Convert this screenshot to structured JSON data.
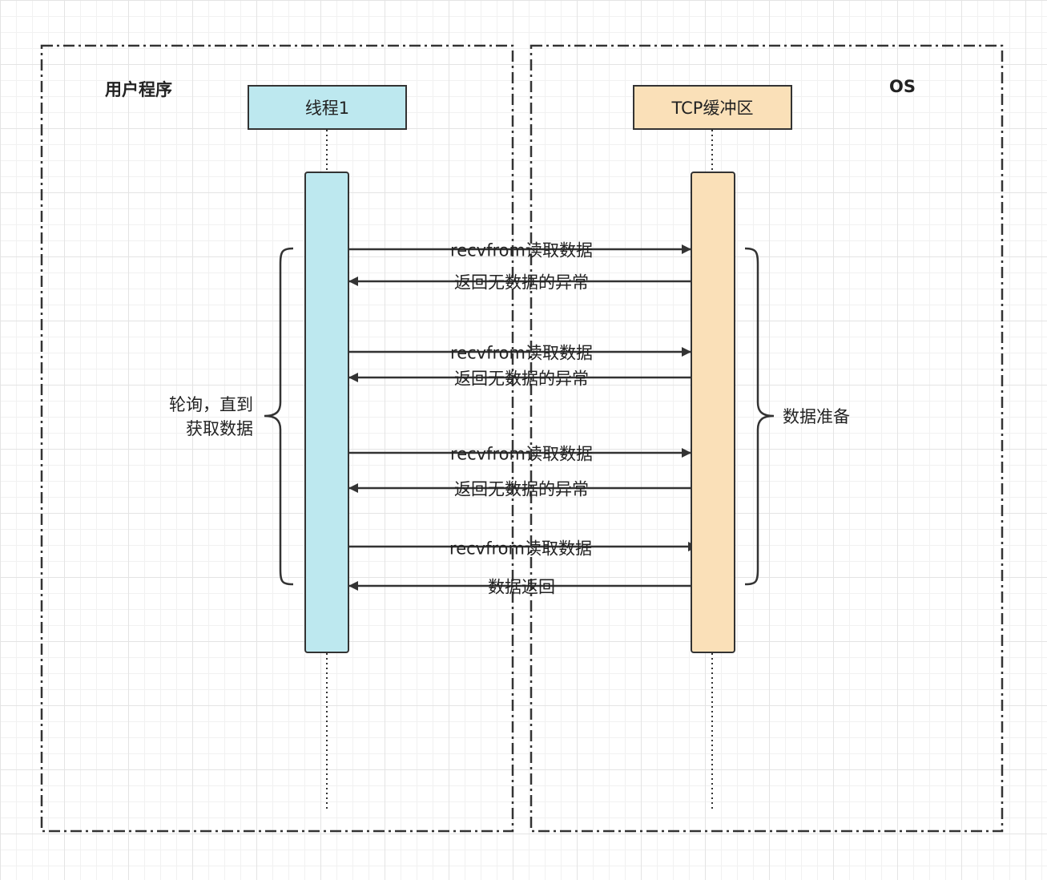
{
  "zones": {
    "left_label": "用户程序",
    "right_label": "OS"
  },
  "participants": [
    {
      "label": "线程1",
      "fill": "#bde8ef"
    },
    {
      "label": "TCP缓冲区",
      "fill": "#fae0b8"
    }
  ],
  "messages": [
    {
      "label": "recvfrom读取数据",
      "direction": "right"
    },
    {
      "label": "返回无数据的异常",
      "direction": "left"
    },
    {
      "label": "recvfrom读取数据",
      "direction": "right"
    },
    {
      "label": "返回无数据的异常",
      "direction": "left"
    },
    {
      "label": "recvfrom读取数据",
      "direction": "right"
    },
    {
      "label": "返回无数据的异常",
      "direction": "left"
    },
    {
      "label": "recvfrom读取数据",
      "direction": "right"
    },
    {
      "label": "数据返回",
      "direction": "left"
    }
  ],
  "notes": {
    "left_line1": "轮询，直到",
    "left_line2": "获取数据",
    "right": "数据准备"
  },
  "colors": {
    "stroke": "#333333",
    "grid": "#e4e4e4"
  }
}
